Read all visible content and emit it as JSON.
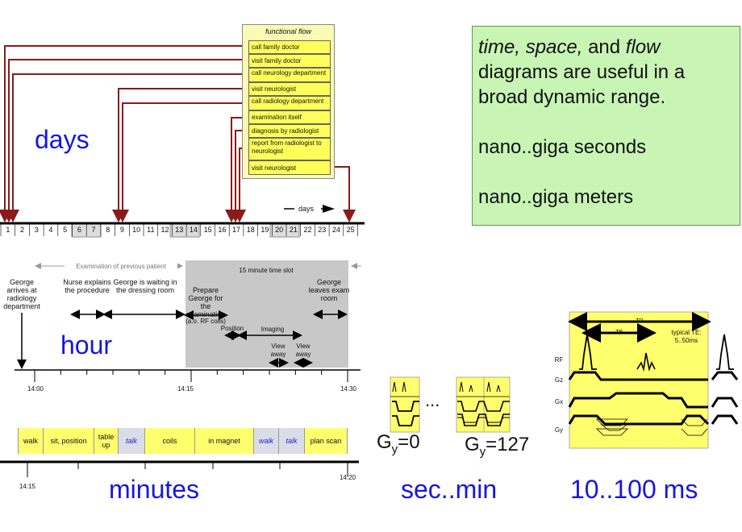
{
  "scale_labels": {
    "days": "days",
    "hour": "hour",
    "minutes": "minutes",
    "secmin": "sec..min",
    "ms": "10..100 ms"
  },
  "note_box": {
    "line1_italic_1": "time,",
    "line1_italic_2": "space,",
    "line1_and": "and",
    "line1_italic_3": "flow",
    "line2": "diagrams are useful in a",
    "line3": "broad dynamic range.",
    "line4": "nano..giga seconds",
    "line5": "nano..giga meters"
  },
  "functional_flow": {
    "title": "functional flow",
    "items": [
      "call family doctor",
      "visit family doctor",
      "call neurology department",
      "visit neurologist",
      "call radiology department",
      "examination itself",
      "diagnosis by radiologist",
      "report from radiologist to neurologist",
      "visit neurologist"
    ]
  },
  "days_axis": {
    "label": "days",
    "ticks": [
      "1",
      "2",
      "3",
      "4",
      "5",
      "6",
      "7",
      "8",
      "9",
      "10",
      "11",
      "12",
      "13",
      "14",
      "15",
      "16",
      "17",
      "18",
      "19",
      "20",
      "21",
      "22",
      "23",
      "24",
      "25"
    ],
    "weekends": [
      6,
      7,
      13,
      14,
      20,
      21
    ]
  },
  "hour_diagram": {
    "prev_patient": "Examination of previous patient",
    "slot": "15 minute time slot",
    "arrives": "George arrives at radiology department",
    "nurse": "Nurse explains the procedure",
    "waiting": "George is waiting in the dressing room",
    "prepare": "Prepare George for the examination",
    "rf_coils": "(a.o. RF coils)",
    "position": "Position",
    "imaging": "Imaging",
    "view1": "View away",
    "view2": "View away",
    "leaves": "George leaves exam room",
    "times": [
      "14:00",
      "14:15",
      "14:30"
    ]
  },
  "minutes_diagram": {
    "cells": [
      "walk",
      "sit, position",
      "table up",
      "talk",
      "coils",
      "in magnet",
      "walk",
      "talk",
      "plan scan"
    ],
    "times": [
      "14:15",
      "14:20"
    ]
  },
  "gradient_steps": {
    "first": "G",
    "first_sub": "y",
    "first_val": "=0",
    "ellipsis": "...",
    "last": "G",
    "last_sub": "y",
    "last_val": "=127"
  },
  "pulse_sequence": {
    "tr": "TR",
    "te": "TE",
    "typical": "typical TE:",
    "typical_val": "5..50ms",
    "rows": [
      "RF",
      "Gz",
      "Gx",
      "Gy"
    ]
  }
}
